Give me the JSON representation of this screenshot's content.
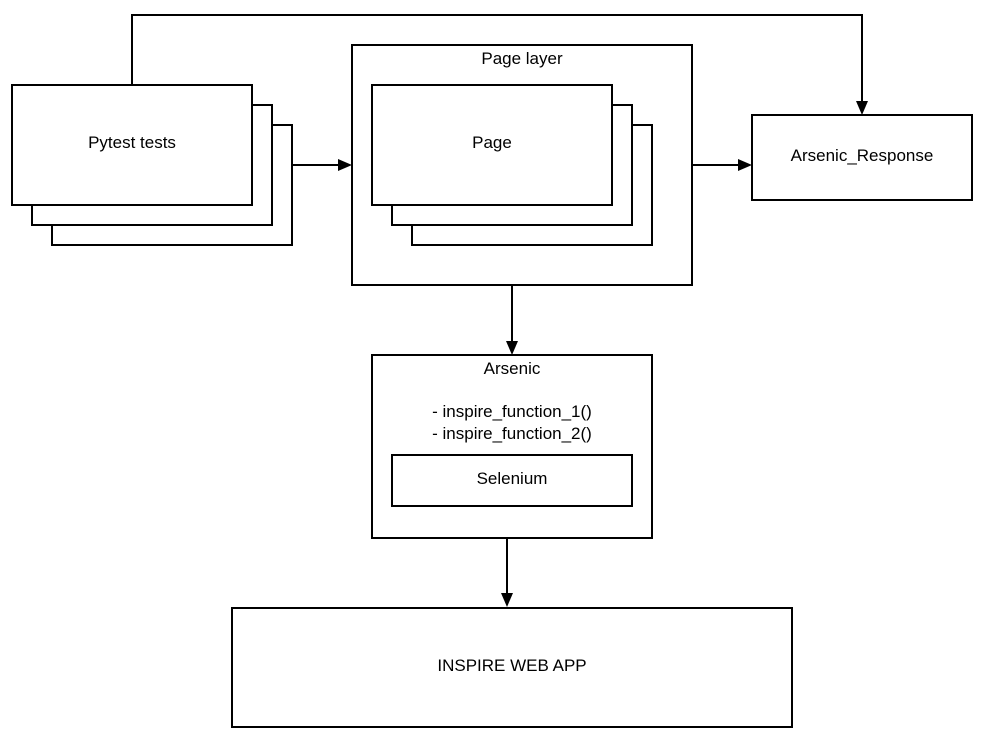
{
  "nodes": {
    "pytest_tests": {
      "label": "Pytest tests"
    },
    "page_layer": {
      "label": "Page layer"
    },
    "page": {
      "label": "Page"
    },
    "arsenic_response": {
      "label": "Arsenic_Response"
    },
    "arsenic": {
      "label": "Arsenic",
      "functions": [
        "- inspire_function_1()",
        "- inspire_function_2()"
      ]
    },
    "selenium": {
      "label": "Selenium"
    },
    "inspire_web_app": {
      "label": "INSPIRE WEB APP"
    }
  },
  "edges": [
    {
      "from": "Pytest tests",
      "to": "Page layer"
    },
    {
      "from": "Pytest tests",
      "to": "Arsenic_Response"
    },
    {
      "from": "Page layer",
      "to": "Arsenic_Response"
    },
    {
      "from": "Page layer",
      "to": "Arsenic"
    },
    {
      "from": "Arsenic",
      "to": "INSPIRE WEB APP"
    }
  ],
  "colors": {
    "stroke": "#000000",
    "fill": "#ffffff",
    "text": "#000000"
  }
}
